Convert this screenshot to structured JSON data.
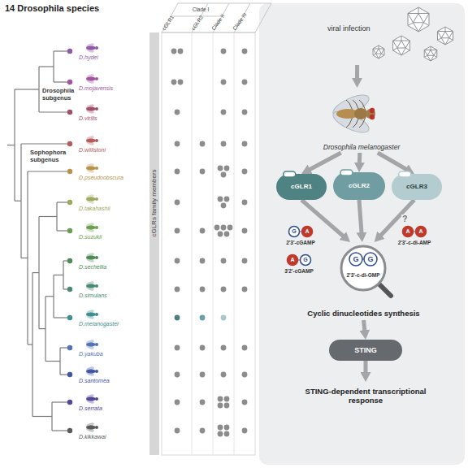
{
  "diagram": {
    "title": "14 Drosophila species",
    "nodes": [
      {
        "text": [
          "viral infection"
        ]
      },
      {
        "text": [
          "Drosophila melanogaster"
        ]
      },
      {
        "text": [
          "cGLR1"
        ]
      },
      {
        "text": [
          "cGLR2"
        ]
      },
      {
        "text": [
          "cGLR3"
        ]
      },
      {
        "text": [
          "Cyclic dinucleotides synthesis"
        ]
      },
      {
        "text": [
          "STING"
        ]
      },
      {
        "text": [
          "STING-dependent transcriptional response"
        ]
      }
    ],
    "edges": [
      {
        "from": 0,
        "to": 1,
        "arrow": "to"
      },
      {
        "from": 1,
        "to": 2,
        "arrow": "to"
      },
      {
        "from": 1,
        "to": 3,
        "arrow": "to"
      },
      {
        "from": 1,
        "to": 4,
        "arrow": "to"
      },
      {
        "from": 2,
        "to": 5,
        "arrow": "to"
      },
      {
        "from": 3,
        "to": 5,
        "arrow": "to"
      },
      {
        "from": 4,
        "to": 5,
        "arrow": "to",
        "label": "?"
      },
      {
        "from": 5,
        "to": 6,
        "arrow": "to"
      },
      {
        "from": 6,
        "to": 7,
        "arrow": "to"
      }
    ],
    "labels": [
      "D.hydei",
      "D.mojavensis",
      "D.virilis",
      "D.willistoni",
      "D.pseudoobscura",
      "D.takahashii",
      "D.suzukii",
      "D.sechellia",
      "D.simulans",
      "D.melanogaster",
      "D.yakuba",
      "D.santomea",
      "D.serrata",
      "D.kikkawai",
      "Drosophila subgenus",
      "Sophophora subgenus",
      "cGLRs family members",
      "Clade I",
      "cGLR1",
      "cGLR2",
      "Clade II",
      "Clade III",
      "2'3'-cGAMP",
      "3'2'-cGAMP",
      "2'3'-c-di-GMP",
      "2'3'-c-di-AMP",
      "G",
      "A",
      "A",
      "G",
      "G",
      "G",
      "A",
      "A"
    ]
  }
}
